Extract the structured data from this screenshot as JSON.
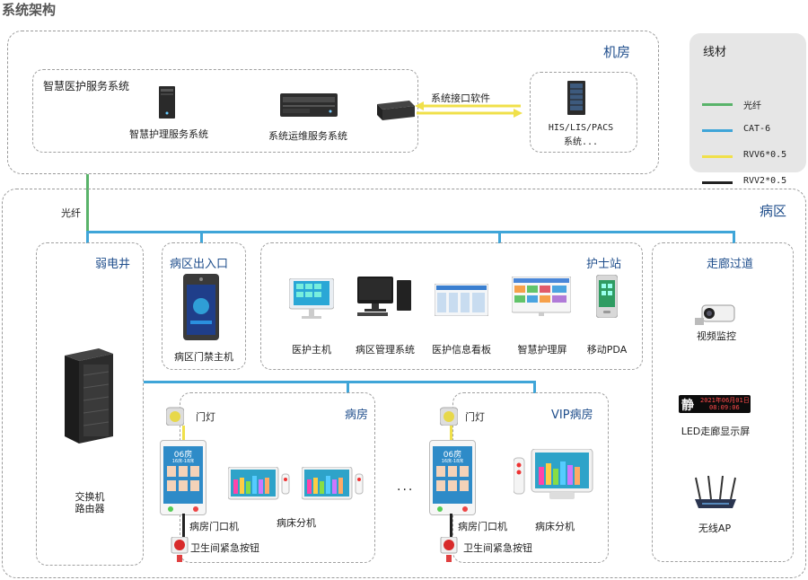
{
  "page_title": "系统架构",
  "legend": {
    "title": "线材",
    "items": [
      {
        "label": "光纤",
        "color": "#59b36a"
      },
      {
        "label": "CAT-6",
        "color": "#3fa5d8"
      },
      {
        "label": "RVV6*0.5",
        "color": "#f0e04a"
      },
      {
        "label": "RVV2*0.5",
        "color": "#222222"
      }
    ]
  },
  "machine_room": {
    "title": "机房",
    "group_label": "智慧医护服务系统",
    "nursing_server": "智慧护理服务系统",
    "ops_server": "系统运维服务系统",
    "interface_label": "系统接口软件",
    "his_label_1": "HIS/LIS/PACS",
    "his_label_2": "系统..."
  },
  "fiber_label": "光纤",
  "ward": {
    "title": "病区",
    "weak_well": {
      "title": "弱电井",
      "device": [
        "交换机",
        "路由器"
      ]
    },
    "entrance": {
      "title": "病区出入口",
      "device": "病区门禁主机"
    },
    "nurse_station": {
      "title": "护士站",
      "devices": [
        "医护主机",
        "病区管理系统",
        "医护信息看板",
        "智慧护理屏",
        "移动PDA"
      ]
    },
    "corridor": {
      "title": "走廊过道",
      "devices": [
        "视频监控",
        "LED走廊显示屏",
        "无线AP"
      ],
      "led_text_1": "2021年06月01日",
      "led_text_2": "08:09:06",
      "led_char": "静"
    },
    "room": {
      "title": "病房",
      "door_light": "门灯",
      "door_machine": "病房门口机",
      "bed_unit": "病床分机",
      "emergency": "卫生间紧急按钮",
      "screen_room": "06房",
      "screen_beds": "16床-18床"
    },
    "ellipsis": "...",
    "vip_room": {
      "title": "VIP病房",
      "door_light": "门灯",
      "door_machine": "病房门口机",
      "bed_unit": "病床分机",
      "emergency": "卫生间紧急按钮",
      "screen_room": "06房",
      "screen_beds": "16床-18床"
    }
  }
}
